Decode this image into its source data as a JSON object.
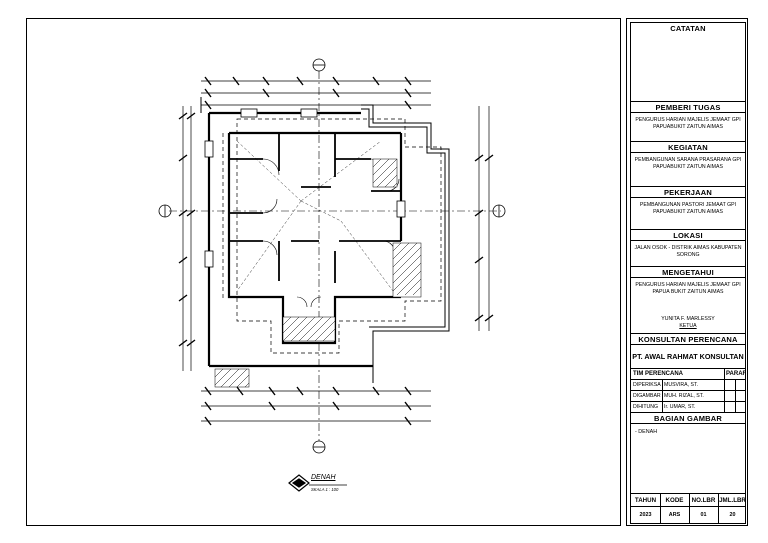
{
  "drawing": {
    "plan_title": "DENAH",
    "scale": "SKALA 1 : 100"
  },
  "titleblock": {
    "catatan_label": "CATATAN",
    "pemberi_tugas_label": "PEMBERI TUGAS",
    "pemberi_tugas_text": "PENGURUS HARIAN MAJELIS JEMAAT GPI PAPUABUKIT ZAITUN AIMAS",
    "kegiatan_label": "KEGIATAN",
    "kegiatan_text": "PEMBANGUNAN SARANA PRASARANA GPI PAPUABUKIT ZAITUN AIMAS",
    "pekerjaan_label": "PEKERJAAN",
    "pekerjaan_text": "PEMBANGUNAN PASTORI JEMAAT GPI PAPUABUKIT ZAITUN AIMAS",
    "lokasi_label": "LOKASI",
    "lokasi_text": "JALAN OSOK - DISTRIK AIMAS KABUPATEN SORONG",
    "mengetahui_label": "MENGETAHUI",
    "mengetahui_text": "PENGURUS HARIAN MAJELIS JEMAAT GPI PAPUA BUKIT ZAITUN AIMAS",
    "signer_name": "YUNITA F. MARLESSY",
    "signer_role": "KETUA",
    "konsultan_label": "KONSULTAN PERENCANA",
    "firm_name": "PT.  AWAL RAHMAT KONSULTAN",
    "tim_label": "TIM PERENCANA",
    "paraf_label": "PARAF",
    "team": [
      {
        "role": "DIPERIKSA",
        "name": "MUSVIRA, ST."
      },
      {
        "role": "DIGAMBAR",
        "name": "MUH. RIZAL, ST."
      },
      {
        "role": "DIHITUNG",
        "name": "Ir. UMAR, ST."
      }
    ],
    "bagian_label": "BAGIAN GAMBAR",
    "bagian_text": "- DENAH",
    "footer_headers": [
      "TAHUN",
      "KODE",
      "NO.LBR",
      "JML.LBR"
    ],
    "footer_values": [
      "2023",
      "ARS",
      "01",
      "20"
    ]
  }
}
